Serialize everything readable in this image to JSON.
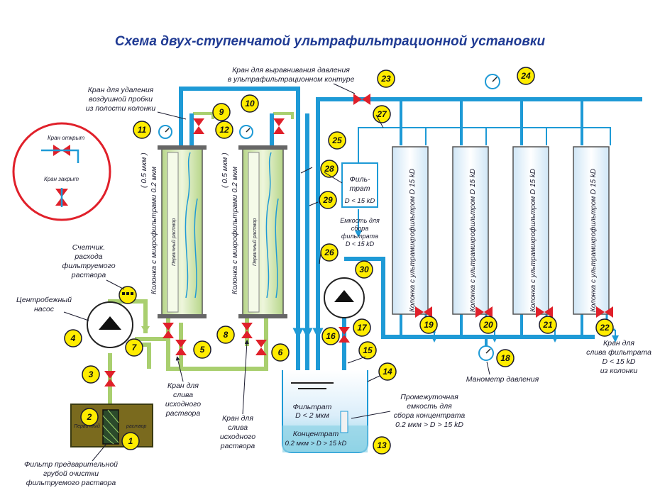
{
  "title": "Схема двух-ступенчатой ультрафильтрационной установки",
  "labels": {
    "air_valve": [
      "Кран для удаления",
      "воздушной пробки",
      "из полости колонки"
    ],
    "pressure_valve": [
      "Кран для выравнивания давления",
      "в ультрафильтрационном контуре"
    ],
    "legend_open": "Кран открыт",
    "legend_closed": "Кран закрыт",
    "counter": [
      "Счетчик.",
      "расхода",
      "фильтруемого",
      "раствора"
    ],
    "pump": [
      "Центробежный",
      "насос"
    ],
    "micro_col_1": "Колонка с микрофильтрами 0.2 мкм",
    "micro_col_1b": "( 0.5 мкм )",
    "micro_col_2": "Колонка с микрофильтрами 0.2 мкм",
    "micro_col_2b": "( 0.5 мкм )",
    "primary_solution": "Первичный раствор",
    "filtrate_box": [
      "Филь-",
      "трат",
      "D < 15 kD"
    ],
    "filtrate_tank": [
      "Емкость для",
      "сбора",
      "фильтрата",
      "D < 15 kD"
    ],
    "uf_col": "Колонка с ультрамикрофильтром D 15 kD",
    "drain_filtrate": [
      "Кран для",
      "слива фильтрата",
      "D < 15 kD",
      "из колонки"
    ],
    "manometer": "Манометр давления",
    "conc_tank": [
      "Промежуточная",
      "емкость для",
      "сбора концентрата",
      "0.2 мкм > D > 15 kD"
    ],
    "tank_filtrate": [
      "Фильтрат",
      "D < 2 мкм"
    ],
    "tank_concentrate": [
      "Концентрат",
      "0.2 мкм > D > 15 kD"
    ],
    "drain_source_1": [
      "Кран для",
      "слива",
      "исходного",
      "раствора"
    ],
    "drain_source_2": [
      "Кран для",
      "слива",
      "исходного",
      "раствора"
    ],
    "prefilter": [
      "Фильтр предварительной",
      "грубой очистки",
      "фильтруемого раствора"
    ],
    "sump_left": "Первичный",
    "sump_right": "раствор"
  },
  "numbers": [
    "1",
    "2",
    "3",
    "4",
    "5",
    "6",
    "7",
    "8",
    "9",
    "10",
    "11",
    "12",
    "13",
    "14",
    "15",
    "16",
    "17",
    "18",
    "19",
    "20",
    "21",
    "22",
    "23",
    "24",
    "25",
    "26",
    "27",
    "28",
    "29",
    "30"
  ],
  "colors": {
    "title": "#1f3a93",
    "pipe_blue": "#1e9ad6",
    "pipe_green": "#a9cf6f",
    "valve_red": "#e0202a",
    "badge_yellow": "#ffec00",
    "legend_circle": "#e0202a",
    "sump_fill": "#7a6a1e"
  },
  "icons": [
    "valve-icon",
    "pump-icon",
    "gauge-icon",
    "flow-counter-icon",
    "filter-icon"
  ]
}
